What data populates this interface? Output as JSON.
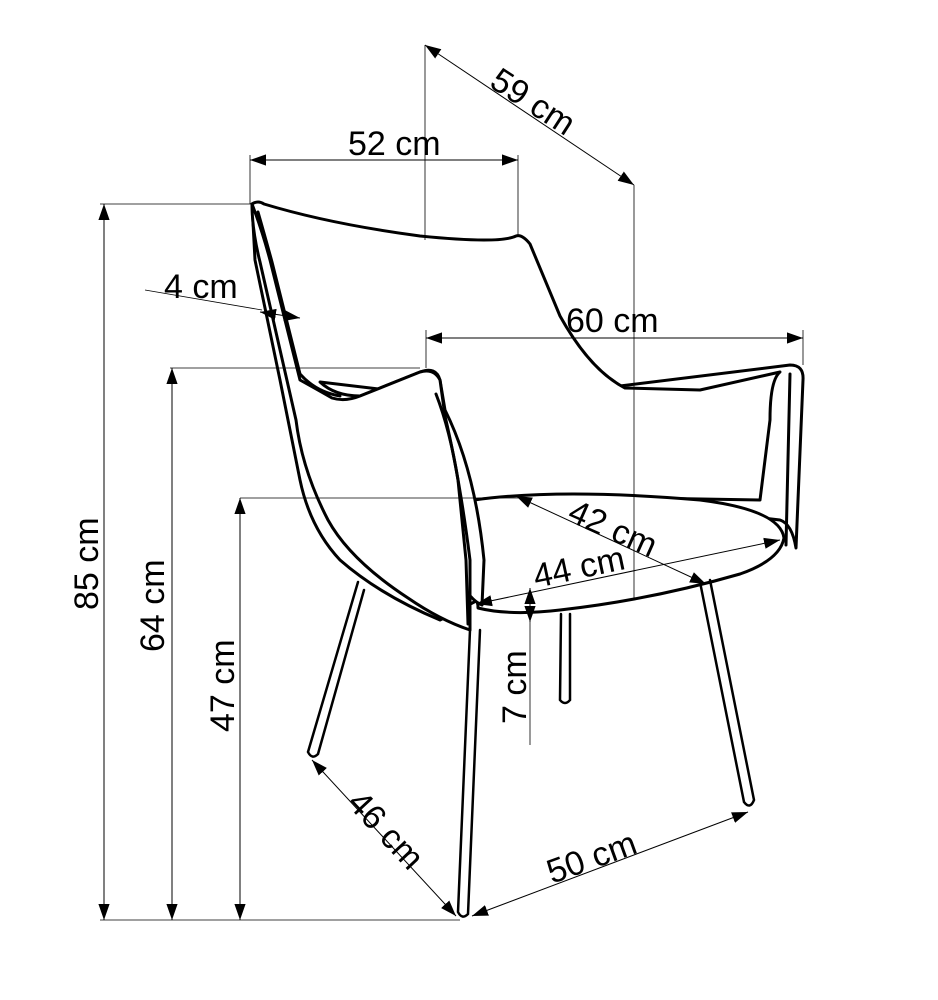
{
  "diagram": {
    "subject": "armchair",
    "colors": {
      "line": "#000000",
      "background": "#ffffff"
    },
    "dimensions": {
      "back_width": "52 cm",
      "depth": "59 cm",
      "back_thickness": "4 cm",
      "total_width": "60 cm",
      "seat_depth": "42 cm",
      "seat_width": "44 cm",
      "seat_thickness": "7 cm",
      "total_height": "85 cm",
      "armrest_height": "64 cm",
      "seat_height": "47 cm",
      "base_depth": "46 cm",
      "base_width": "50 cm"
    }
  }
}
